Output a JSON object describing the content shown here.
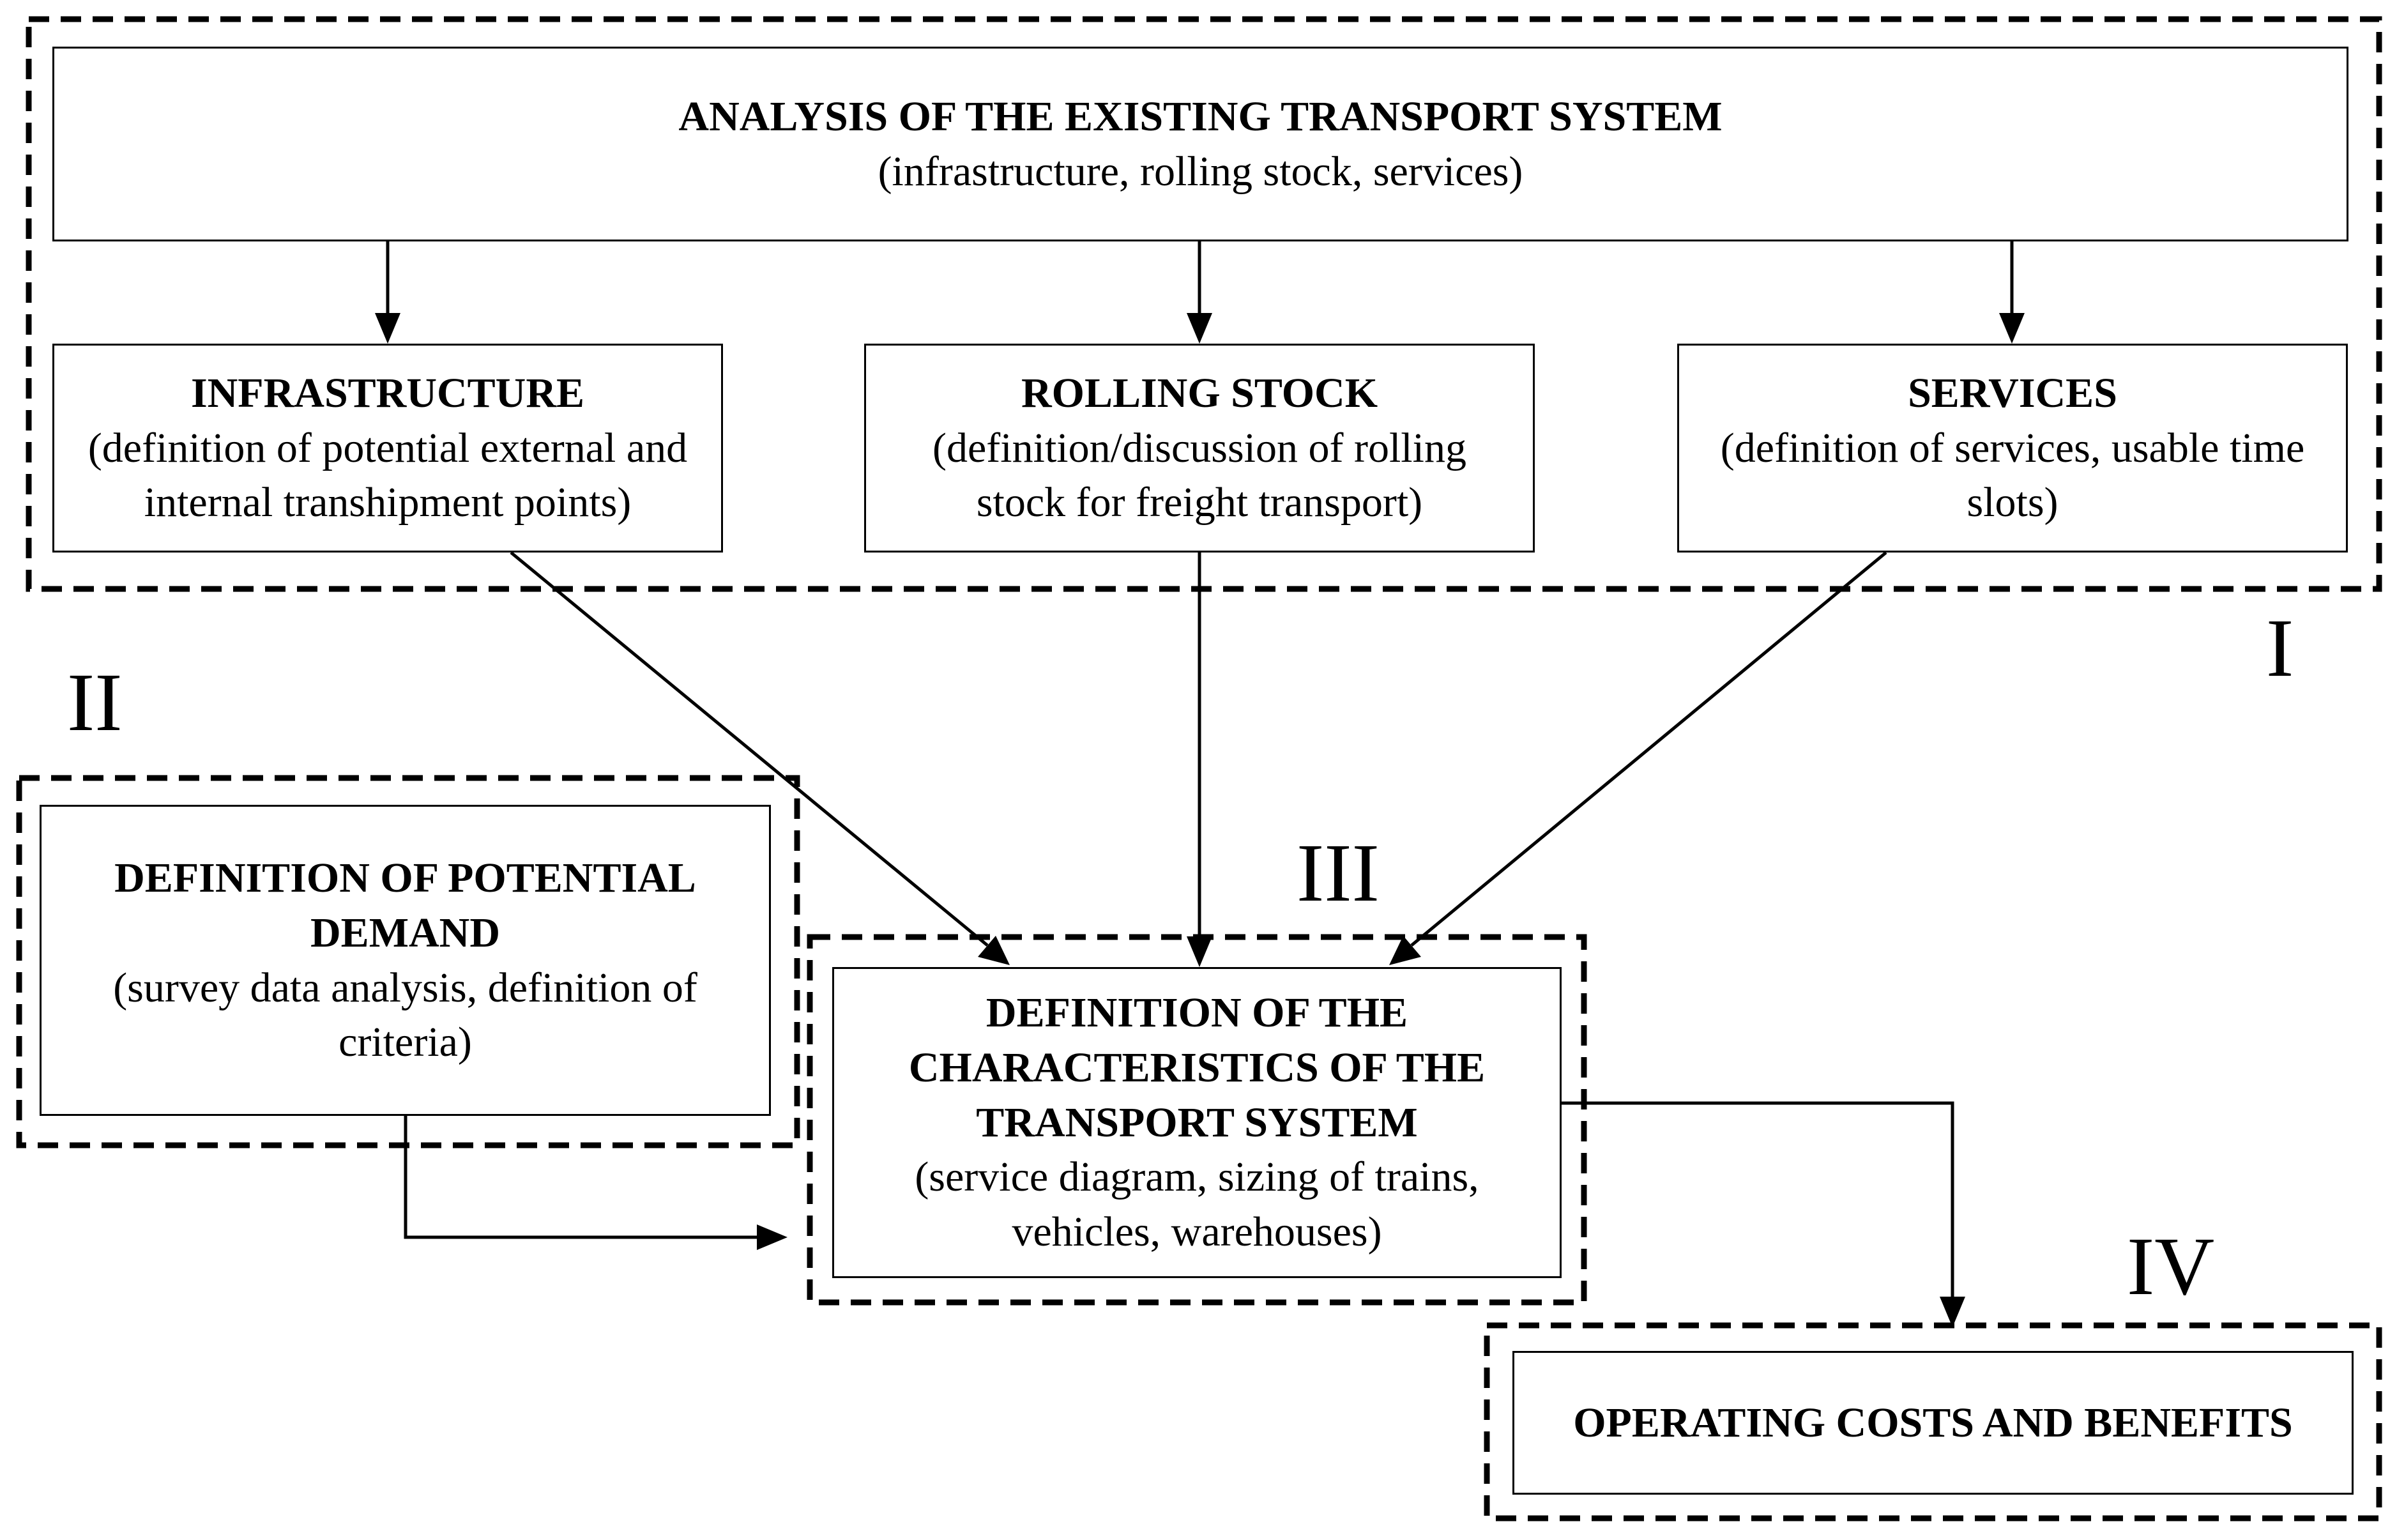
{
  "regions": {
    "region_1": "I",
    "region_2": "II",
    "region_3": "III",
    "region_4": "IV"
  },
  "boxes": {
    "analysis": {
      "title": "ANALYSIS OF THE EXISTING TRANSPORT SYSTEM",
      "subtitle": "(infrastructure, rolling stock, services)"
    },
    "infrastructure": {
      "title": "INFRASTRUCTURE",
      "subtitle": "(definition of potential external and internal transhipment points)"
    },
    "rolling_stock": {
      "title": "ROLLING STOCK",
      "subtitle": "(definition/discussion of rolling stock for freight transport)"
    },
    "services": {
      "title": "SERVICES",
      "subtitle": "(definition of services, usable time slots)"
    },
    "demand": {
      "title": "DEFINITION OF POTENTIAL DEMAND",
      "subtitle": "(survey data analysis, definition of criteria)"
    },
    "characteristics": {
      "title": "DEFINITION OF THE CHARACTERISTICS OF THE TRANSPORT SYSTEM",
      "subtitle": "(service diagram, sizing of trains, vehicles, warehouses)"
    },
    "costs": {
      "title": "OPERATING COSTS AND BENEFITS",
      "subtitle": ""
    }
  }
}
